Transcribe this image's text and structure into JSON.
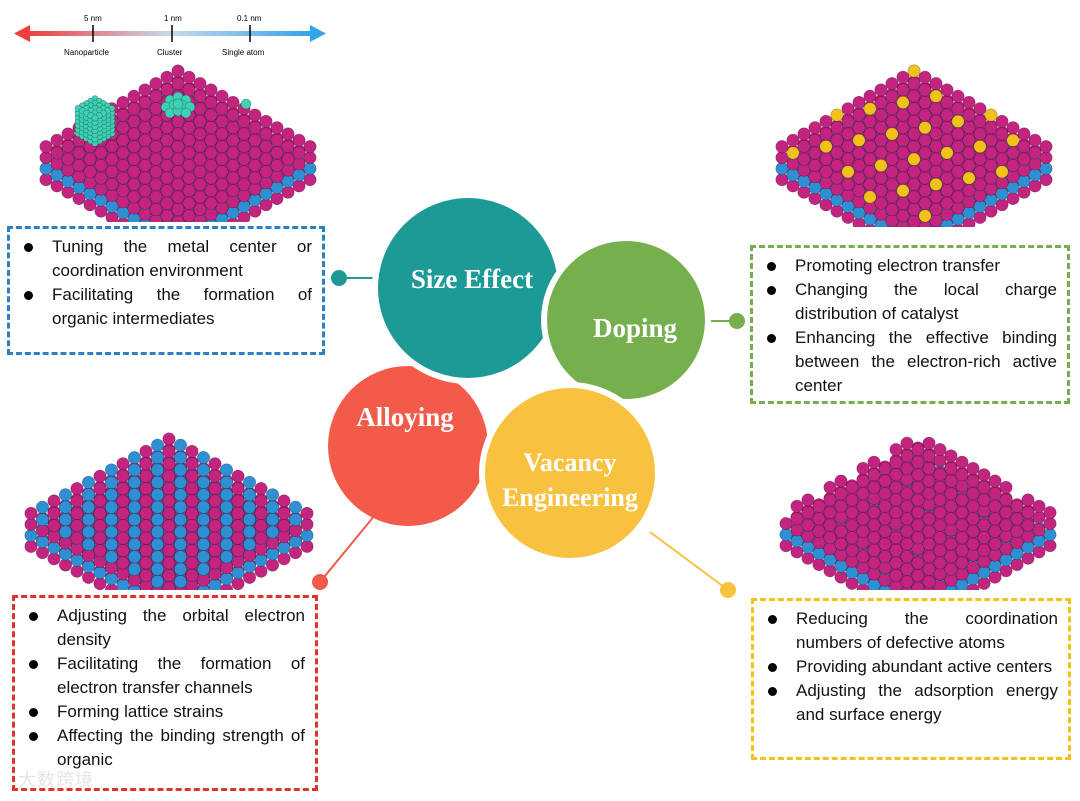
{
  "scale_bar": {
    "ticks": [
      "5 nm",
      "1 nm",
      "0.1 nm"
    ],
    "labels": [
      "Nanoparticle",
      "Cluster",
      "Single atom"
    ]
  },
  "center": {
    "size_effect": "Size Effect",
    "doping": "Doping",
    "alloying": "Alloying",
    "vacancy_line1": "Vacancy",
    "vacancy_line2": "Engineering"
  },
  "colors": {
    "size_effect": "#1e9a96",
    "doping": "#76b04e",
    "alloying": "#f25a4a",
    "vacancy": "#f8c13f",
    "atom_magenta": "#c2247f",
    "atom_blue": "#2f8fd4",
    "atom_yellow": "#f2c21b",
    "cluster_teal": "#3fd1b5"
  },
  "boxes": {
    "size_effect": [
      "Tuning the metal center or coordination environment",
      "Facilitating the formation of organic intermediates"
    ],
    "doping": [
      "Promoting electron transfer",
      "Changing the local charge distribution of catalyst",
      "Enhancing the effective binding between the electron-rich active center"
    ],
    "alloying": [
      "Adjusting the orbital electron density",
      "Facilitating the formation of electron transfer channels",
      "Forming lattice strains",
      "Affecting the binding strength of organic"
    ],
    "vacancy": [
      "Reducing the coordination numbers of defective atoms",
      "Providing abundant active centers",
      "Adjusting the adsorption energy and surface energy"
    ]
  },
  "watermark": "大数跨境"
}
